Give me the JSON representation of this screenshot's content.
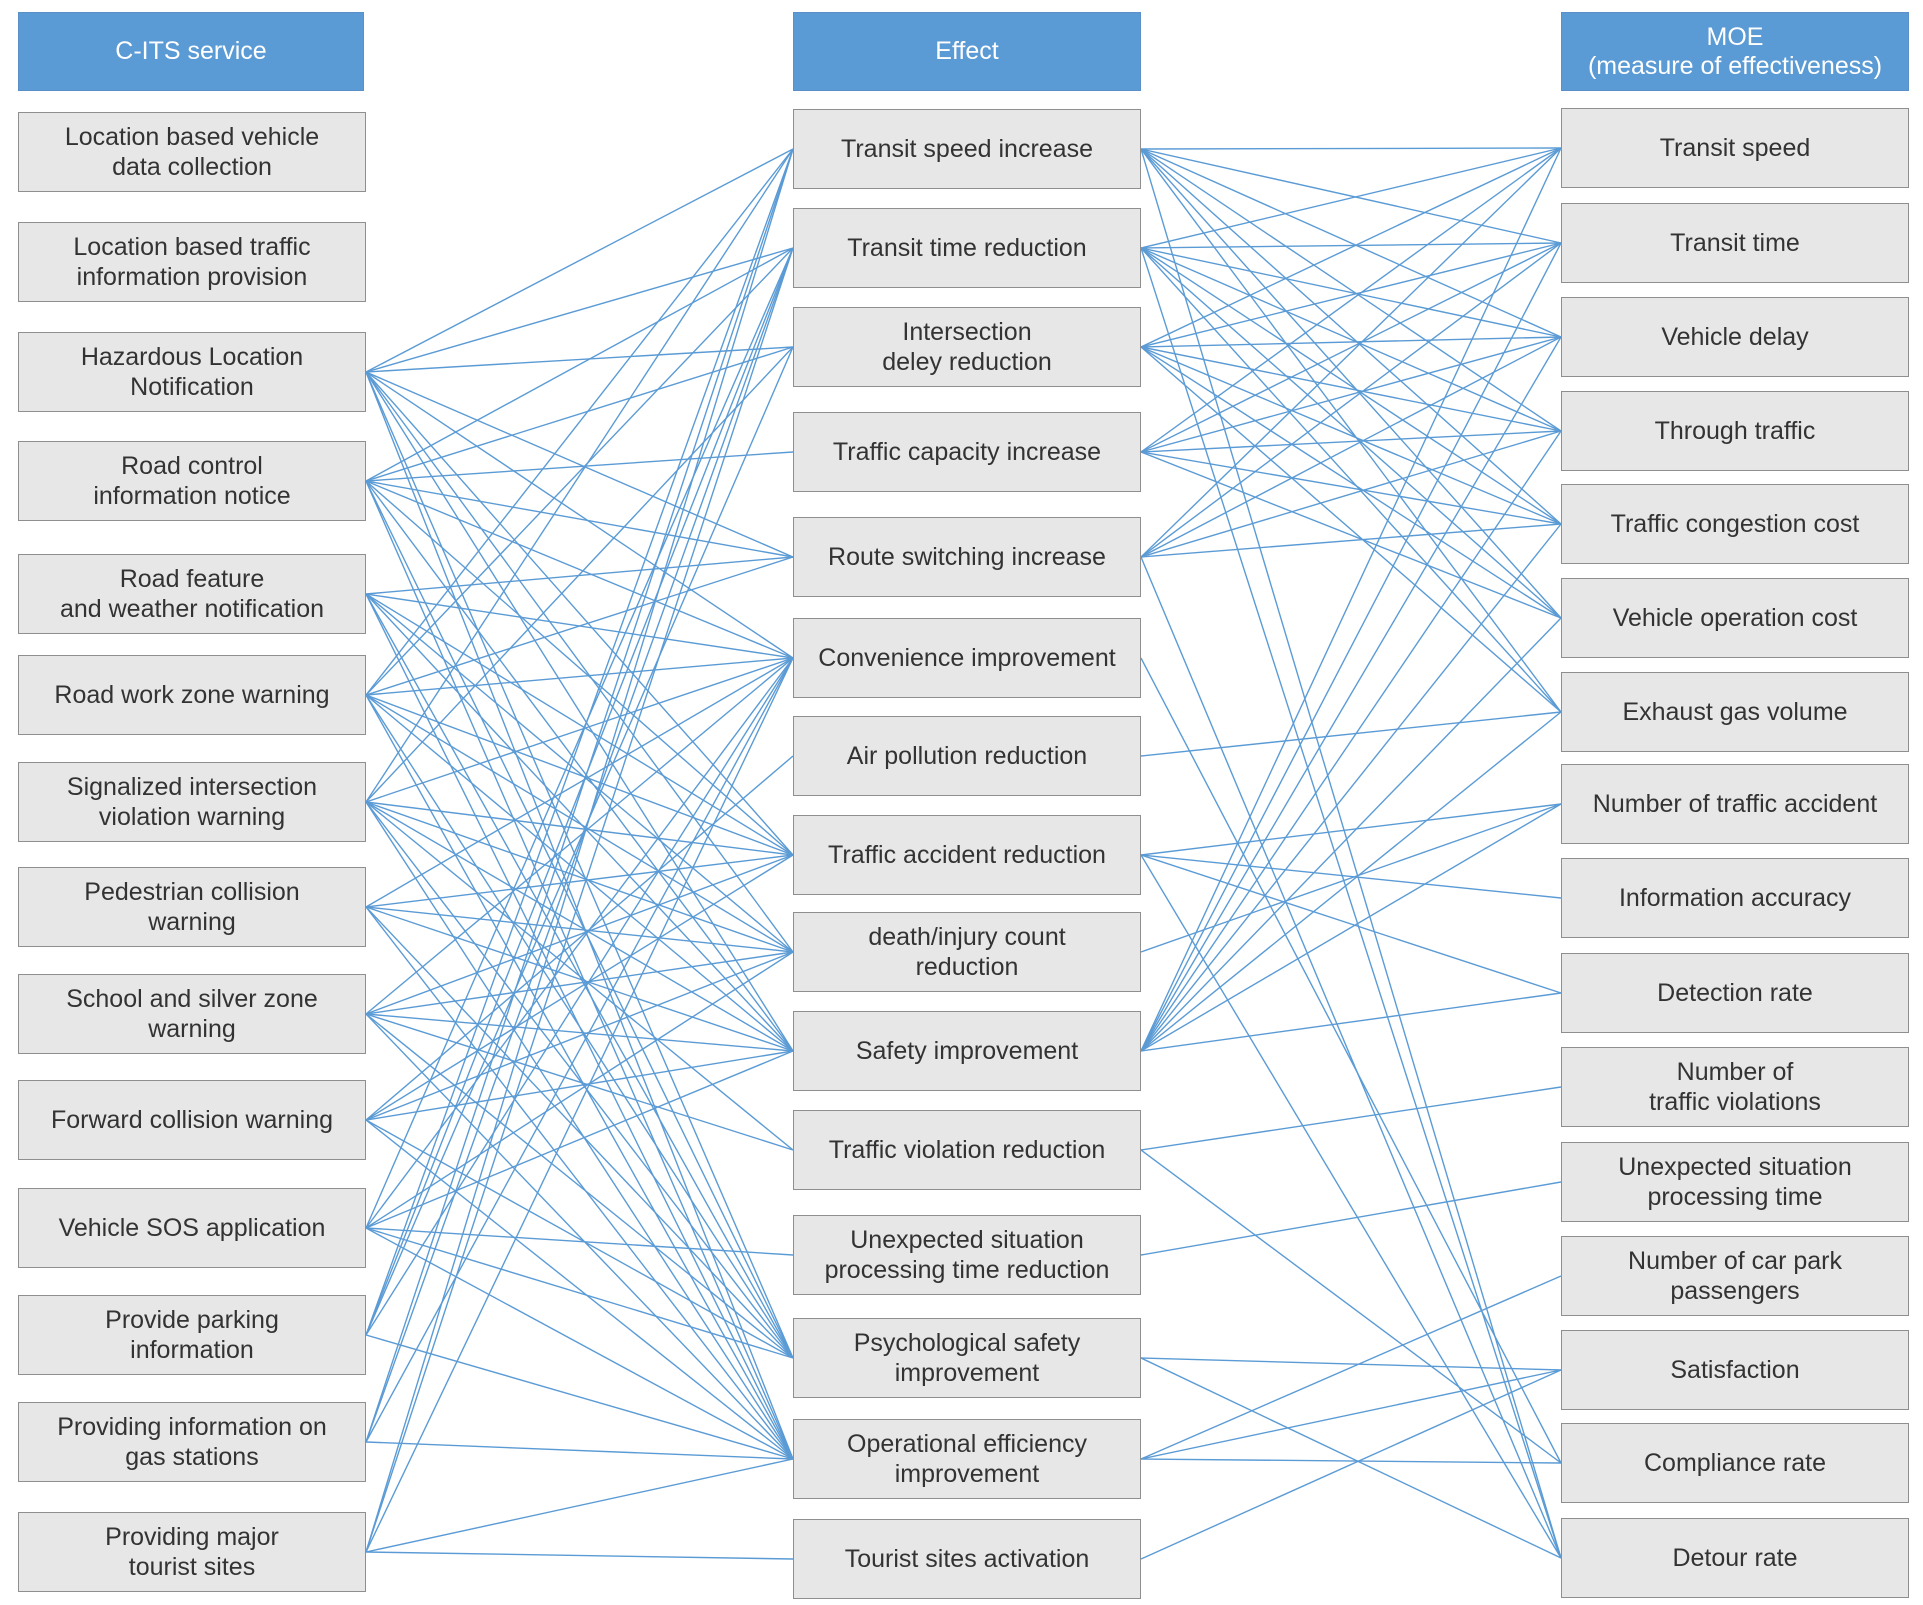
{
  "colors": {
    "header": "#5b9bd5",
    "box": "#e7e7e7",
    "line": "#5b9bd5",
    "text": "#333333"
  },
  "columns": {
    "service": {
      "header": "C-ITS service",
      "items": [
        "Location based vehicle\ndata collection",
        "Location based traffic\ninformation provision",
        "Hazardous Location\nNotification",
        "Road control\ninformation notice",
        "Road feature\nand weather notification",
        "Road work zone warning",
        "Signalized intersection\nviolation warning",
        "Pedestrian collision\nwarning",
        "School and silver zone\nwarning",
        "Forward collision warning",
        "Vehicle SOS application",
        "Provide parking\ninformation",
        "Providing information on\ngas stations",
        "Providing major\ntourist sites"
      ]
    },
    "effect": {
      "header": "Effect",
      "items": [
        "Transit speed increase",
        "Transit time reduction",
        "Intersection\ndeley reduction",
        "Traffic capacity increase",
        "Route switching increase",
        "Convenience improvement",
        "Air pollution reduction",
        "Traffic accident reduction",
        "death/injury count\nreduction",
        "Safety improvement",
        "Traffic violation reduction",
        "Unexpected situation\nprocessing time reduction",
        "Psychological safety\nimprovement",
        "Operational efficiency\nimprovement",
        "Tourist sites activation"
      ]
    },
    "moe": {
      "header": "MOE\n(measure of effectiveness)",
      "items": [
        "Transit speed",
        "Transit time",
        "Vehicle delay",
        "Through traffic",
        "Traffic congestion cost",
        "Vehicle operation cost",
        "Exhaust gas volume",
        "Number of traffic accident",
        "Information accuracy",
        "Detection rate",
        "Number of\ntraffic violations",
        "Unexpected situation\nprocessing time",
        "Number of car park\npassengers",
        "Satisfaction",
        "Compliance rate",
        "Detour rate"
      ]
    }
  },
  "links_service_effect": [
    [
      2,
      0
    ],
    [
      2,
      1
    ],
    [
      2,
      2
    ],
    [
      2,
      4
    ],
    [
      2,
      5
    ],
    [
      2,
      7
    ],
    [
      2,
      8
    ],
    [
      2,
      9
    ],
    [
      2,
      12
    ],
    [
      2,
      13
    ],
    [
      3,
      1
    ],
    [
      3,
      2
    ],
    [
      3,
      3
    ],
    [
      3,
      4
    ],
    [
      3,
      5
    ],
    [
      3,
      7
    ],
    [
      3,
      9
    ],
    [
      3,
      12
    ],
    [
      3,
      13
    ],
    [
      4,
      4
    ],
    [
      4,
      5
    ],
    [
      4,
      7
    ],
    [
      4,
      8
    ],
    [
      4,
      9
    ],
    [
      4,
      12
    ],
    [
      4,
      13
    ],
    [
      5,
      0
    ],
    [
      5,
      1
    ],
    [
      5,
      4
    ],
    [
      5,
      5
    ],
    [
      5,
      7
    ],
    [
      5,
      8
    ],
    [
      5,
      9
    ],
    [
      5,
      12
    ],
    [
      5,
      13
    ],
    [
      6,
      0
    ],
    [
      6,
      2
    ],
    [
      6,
      5
    ],
    [
      6,
      7
    ],
    [
      6,
      8
    ],
    [
      6,
      9
    ],
    [
      6,
      10
    ],
    [
      6,
      12
    ],
    [
      6,
      13
    ],
    [
      7,
      5
    ],
    [
      7,
      7
    ],
    [
      7,
      8
    ],
    [
      7,
      9
    ],
    [
      7,
      12
    ],
    [
      7,
      13
    ],
    [
      8,
      5
    ],
    [
      8,
      7
    ],
    [
      8,
      8
    ],
    [
      8,
      9
    ],
    [
      8,
      10
    ],
    [
      8,
      12
    ],
    [
      8,
      13
    ],
    [
      9,
      6
    ],
    [
      9,
      7
    ],
    [
      9,
      8
    ],
    [
      9,
      9
    ],
    [
      9,
      12
    ],
    [
      9,
      13
    ],
    [
      10,
      1
    ],
    [
      10,
      5
    ],
    [
      10,
      8
    ],
    [
      10,
      9
    ],
    [
      10,
      11
    ],
    [
      10,
      12
    ],
    [
      10,
      13
    ],
    [
      11,
      0
    ],
    [
      11,
      1
    ],
    [
      11,
      2
    ],
    [
      11,
      5
    ],
    [
      11,
      13
    ],
    [
      12,
      0
    ],
    [
      12,
      1
    ],
    [
      12,
      5
    ],
    [
      12,
      13
    ],
    [
      13,
      0
    ],
    [
      13,
      1
    ],
    [
      13,
      5
    ],
    [
      13,
      13
    ],
    [
      13,
      14
    ]
  ],
  "links_effect_moe": [
    [
      0,
      0
    ],
    [
      0,
      1
    ],
    [
      0,
      2
    ],
    [
      0,
      3
    ],
    [
      0,
      4
    ],
    [
      0,
      5
    ],
    [
      0,
      6
    ],
    [
      0,
      15
    ],
    [
      1,
      0
    ],
    [
      1,
      1
    ],
    [
      1,
      2
    ],
    [
      1,
      3
    ],
    [
      1,
      4
    ],
    [
      1,
      5
    ],
    [
      1,
      6
    ],
    [
      1,
      15
    ],
    [
      2,
      0
    ],
    [
      2,
      1
    ],
    [
      2,
      2
    ],
    [
      2,
      3
    ],
    [
      2,
      4
    ],
    [
      2,
      5
    ],
    [
      2,
      6
    ],
    [
      3,
      0
    ],
    [
      3,
      1
    ],
    [
      3,
      2
    ],
    [
      3,
      3
    ],
    [
      3,
      4
    ],
    [
      3,
      5
    ],
    [
      4,
      0
    ],
    [
      4,
      1
    ],
    [
      4,
      2
    ],
    [
      4,
      3
    ],
    [
      4,
      4
    ],
    [
      4,
      15
    ],
    [
      5,
      14
    ],
    [
      6,
      6
    ],
    [
      7,
      7
    ],
    [
      7,
      8
    ],
    [
      7,
      9
    ],
    [
      7,
      15
    ],
    [
      8,
      7
    ],
    [
      9,
      0
    ],
    [
      9,
      1
    ],
    [
      9,
      2
    ],
    [
      9,
      3
    ],
    [
      9,
      4
    ],
    [
      9,
      5
    ],
    [
      9,
      6
    ],
    [
      9,
      7
    ],
    [
      9,
      9
    ],
    [
      10,
      10
    ],
    [
      10,
      14
    ],
    [
      11,
      11
    ],
    [
      12,
      13
    ],
    [
      12,
      15
    ],
    [
      13,
      12
    ],
    [
      13,
      13
    ],
    [
      13,
      14
    ],
    [
      14,
      13
    ]
  ]
}
